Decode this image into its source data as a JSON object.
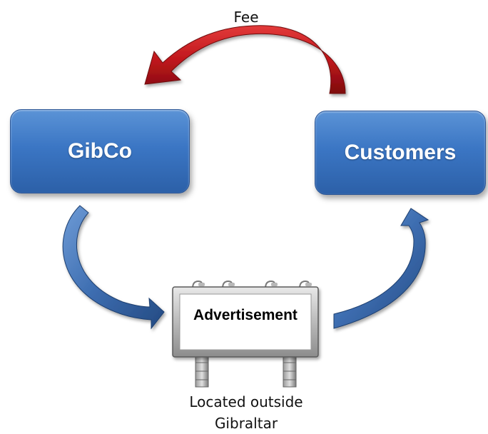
{
  "diagram": {
    "fee_label": "Fee",
    "nodes": {
      "gibco": "GibCo",
      "customers": "Customers",
      "advertisement": "Advertisement"
    },
    "location_lines": [
      "Located outside",
      "Gibraltar"
    ]
  },
  "colors": {
    "node_blue": "#3b76c4",
    "fee_arrow_red": "#c0171c",
    "flow_arrow_blue": "#3d6db0"
  },
  "icons": [
    "curved-arrow-red",
    "curved-arrow-blue",
    "billboard-icon"
  ]
}
